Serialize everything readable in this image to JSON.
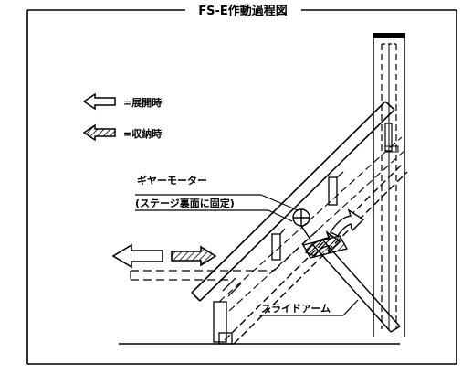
{
  "title": "FS-E作動過程図",
  "legend": {
    "deploy_label": "=展開時",
    "store_label": "=収納時"
  },
  "callouts": {
    "gear_motor_line1": "ギヤーモーター",
    "gear_motor_line2": "(ステージ裏面に固定)",
    "slide_arm": "スライドアーム"
  },
  "colors": {
    "ink": "#000000",
    "paper": "#ffffff"
  }
}
